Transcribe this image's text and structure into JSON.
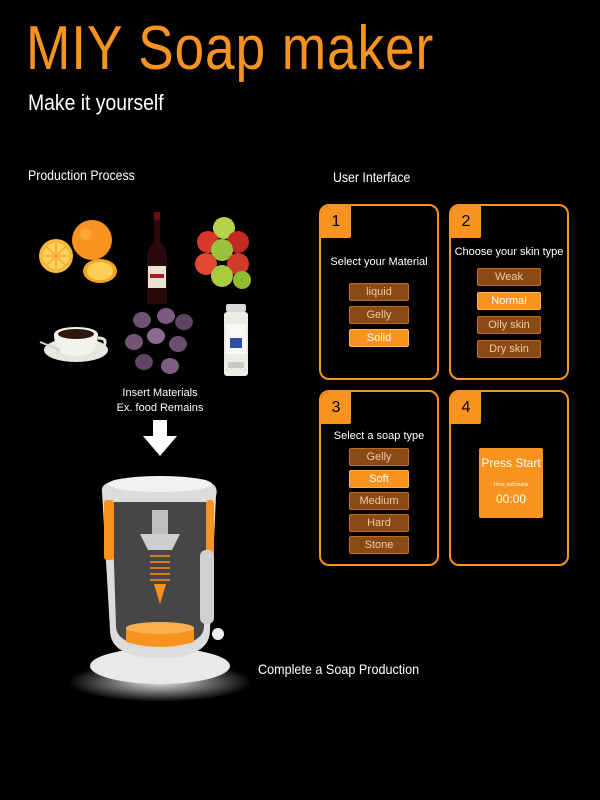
{
  "header": {
    "title": "MIY Soap maker",
    "subtitle": "Make it yourself"
  },
  "process": {
    "label": "Production Process",
    "insert_caption_line1": "Insert Materials",
    "insert_caption_line2": "Ex. food Remains",
    "complete_caption": "Complete a Soap Production",
    "foods": [
      "oranges-image",
      "wine-bottle-image",
      "apples-image",
      "coffee-cup-image",
      "plums-image",
      "milk-bottle-image"
    ]
  },
  "ui": {
    "label": "User Interface",
    "panels": [
      {
        "number": "1",
        "title": "Select your Material",
        "options": [
          "liquid",
          "Gelly",
          "Solid"
        ],
        "selected": "Solid"
      },
      {
        "number": "2",
        "title": "Choose your skin type",
        "options": [
          "Weak",
          "Normal",
          "Oily skin",
          "Dry skin"
        ],
        "selected": "Normal"
      },
      {
        "number": "3",
        "title": "Select a soap type",
        "options": [
          "Gelly",
          "Soft",
          "Medium",
          "Hard",
          "Stone"
        ],
        "selected": "Soft"
      },
      {
        "number": "4",
        "start_label": "Press Start",
        "time_label": "time estimate",
        "time_value": "00:00"
      }
    ]
  },
  "colors": {
    "accent": "#f7931e",
    "option_bg": "#8a4a16",
    "background": "#000000"
  }
}
